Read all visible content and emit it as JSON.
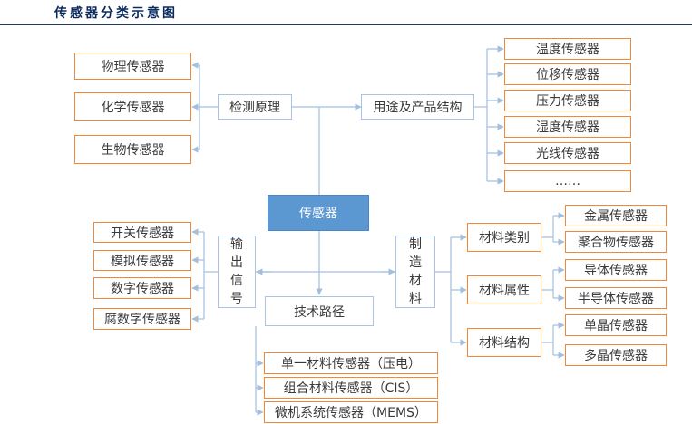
{
  "title": "传感器分类示意图",
  "center": "传感器",
  "branches": {
    "principle": {
      "label": "检测原理",
      "items": [
        "物理传感器",
        "化学传感器",
        "生物传感器"
      ]
    },
    "use": {
      "label": "用途及产品结构",
      "items": [
        "温度传感器",
        "位移传感器",
        "压力传感器",
        "湿度传感器",
        "光线传感器",
        "……"
      ]
    },
    "output": {
      "label": "输出信号",
      "chars": [
        "输",
        "出",
        "信",
        "号"
      ],
      "items": [
        "开关传感器",
        "模拟传感器",
        "数字传感器",
        "腐数字传感器"
      ]
    },
    "material": {
      "label": "制造材料",
      "chars": [
        "制",
        "造",
        "材",
        "料"
      ],
      "groups": [
        {
          "label": "材料类别",
          "items": [
            "金属传感器",
            "聚合物传感器"
          ]
        },
        {
          "label": "材料属性",
          "items": [
            "导体传感器",
            "半导体传感器"
          ]
        },
        {
          "label": "材料结构",
          "items": [
            "单晶传感器",
            "多晶传感器"
          ]
        }
      ]
    },
    "tech": {
      "label": "技术路径",
      "items": [
        "单一材料传感器（压电）",
        "组合材料传感器（CIS）",
        "微机系统传感器（MEMS）"
      ]
    }
  },
  "colors": {
    "orange": "#f0883a",
    "blue_border": "#a9c4e4",
    "center_fill": "#5b97d1",
    "connector": "#a3bfe0",
    "title": "#0b2a5c"
  }
}
